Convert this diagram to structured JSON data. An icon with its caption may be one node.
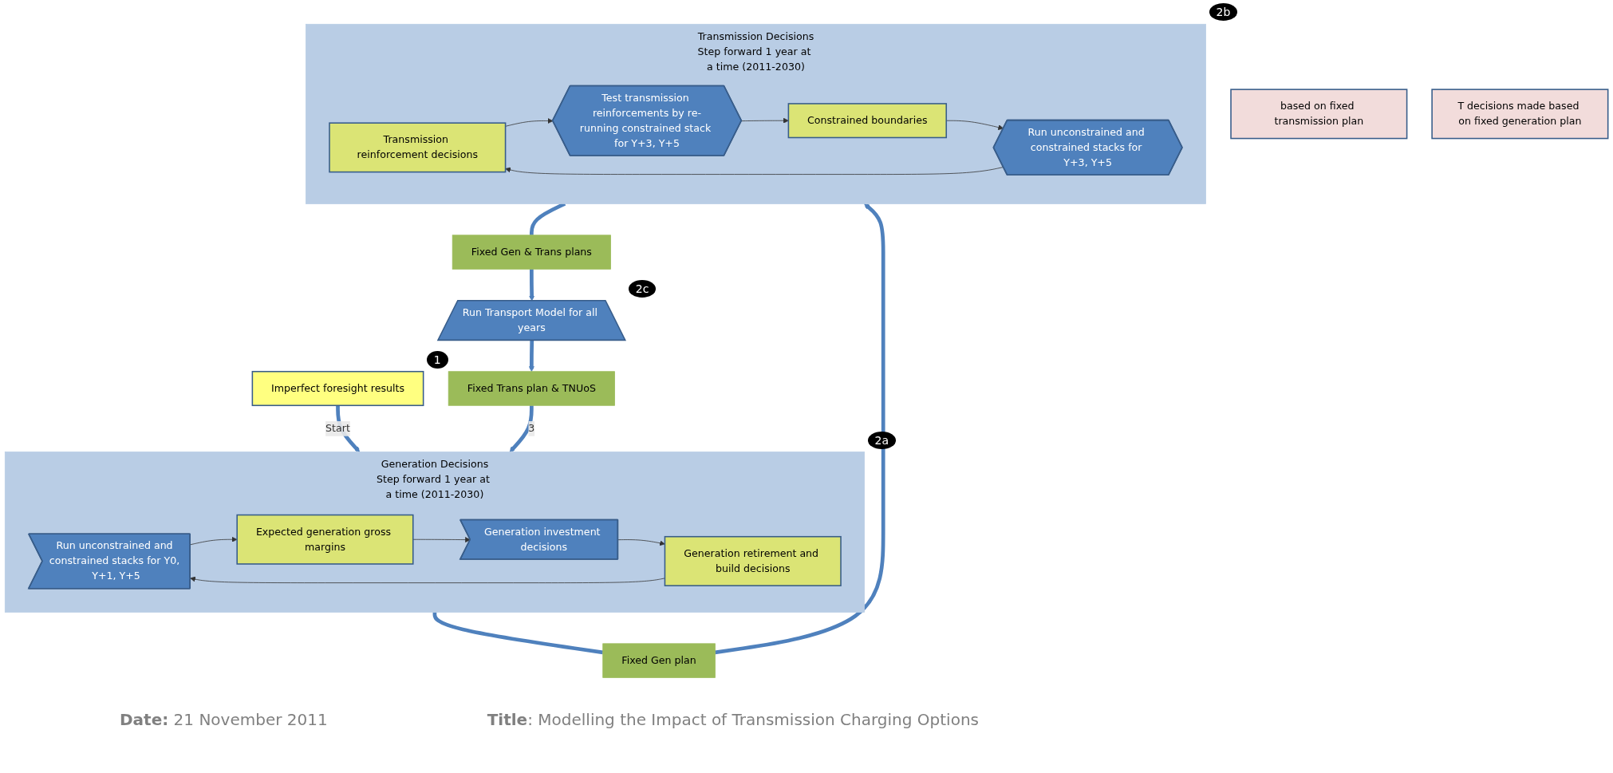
{
  "diagram": {
    "nodes": [
      {
        "text": [
          "Imperfect foresight results"
        ],
        "beside": [
          "1"
        ]
      },
      {
        "text": [
          "Generation Decisions",
          "Step forward 1 year at a time (2011-2030)"
        ],
        "beside": [
          "2a"
        ]
      },
      {
        "text": [
          "Run unconstrained and constrained stacks for Y0, Y+1, Y+5"
        ],
        "in": 1
      },
      {
        "text": [
          "Expected generation gross margins"
        ],
        "in": 1
      },
      {
        "text": [
          "Generation investment decisions"
        ],
        "in": 1
      },
      {
        "text": [
          "Generation retirement and build decisions"
        ],
        "in": 1
      },
      {
        "text": [
          "based on fixed transmission plan"
        ]
      },
      {
        "text": [
          "Fixed Gen plan"
        ]
      },
      {
        "text": [
          "Transmission Decisions",
          "Step forward 1 year at a time (2011-2030)"
        ],
        "beside": [
          "2b"
        ]
      },
      {
        "text": [
          "Transmission reinforcement decisions"
        ],
        "in": 8
      },
      {
        "text": [
          "Test transmission reinforcements by re-running constrained stack for Y+3, Y+5"
        ],
        "in": 8
      },
      {
        "text": [
          "Constrained boundaries"
        ],
        "in": 8
      },
      {
        "text": [
          "Run unconstrained and constrained stacks for Y+3, Y+5"
        ],
        "in": 8
      },
      {
        "text": [
          "T decisions made based on fixed generation plan"
        ]
      },
      {
        "text": [
          "Fixed Gen & Trans plans"
        ]
      },
      {
        "text": [
          "Run Transport Model for all years"
        ],
        "beside": [
          "2c"
        ]
      },
      {
        "text": [
          "Fixed Trans plan & TNUoS"
        ]
      }
    ],
    "edges": [
      {
        "from": 0,
        "to": 1,
        "arrow": "to",
        "label": "Start",
        "style": "thick",
        "color": "#4f81bd"
      },
      {
        "from": 2,
        "to": 3,
        "arrow": "to"
      },
      {
        "from": 3,
        "to": 4,
        "arrow": "to"
      },
      {
        "from": 4,
        "to": 5,
        "arrow": "to"
      },
      {
        "from": 5,
        "to": 2,
        "arrow": "to"
      },
      {
        "from": 1,
        "to": 7,
        "arrow": "none",
        "style": "thick",
        "color": "#4f81bd"
      },
      {
        "from": 7,
        "to": 8,
        "arrow": "to",
        "style": "thick",
        "color": "#4f81bd"
      },
      {
        "from": 9,
        "to": 10,
        "arrow": "to"
      },
      {
        "from": 10,
        "to": 11,
        "arrow": "to"
      },
      {
        "from": 11,
        "to": 12,
        "arrow": "to"
      },
      {
        "from": 12,
        "to": 9,
        "arrow": "to"
      },
      {
        "from": 8,
        "to": 14,
        "arrow": "none",
        "style": "thick",
        "color": "#4f81bd"
      },
      {
        "from": 14,
        "to": 15,
        "arrow": "to",
        "style": "thick",
        "color": "#4f81bd"
      },
      {
        "from": 15,
        "to": 16,
        "arrow": "to",
        "style": "thick",
        "color": "#4f81bd"
      },
      {
        "from": 16,
        "to": 1,
        "arrow": "to",
        "label": "3",
        "style": "thick",
        "color": "#4f81bd"
      }
    ],
    "labels": [
      "**Date:** 21 November 2011",
      "**Title**: Modelling the Impact of Transmission Charging Options"
    ]
  }
}
